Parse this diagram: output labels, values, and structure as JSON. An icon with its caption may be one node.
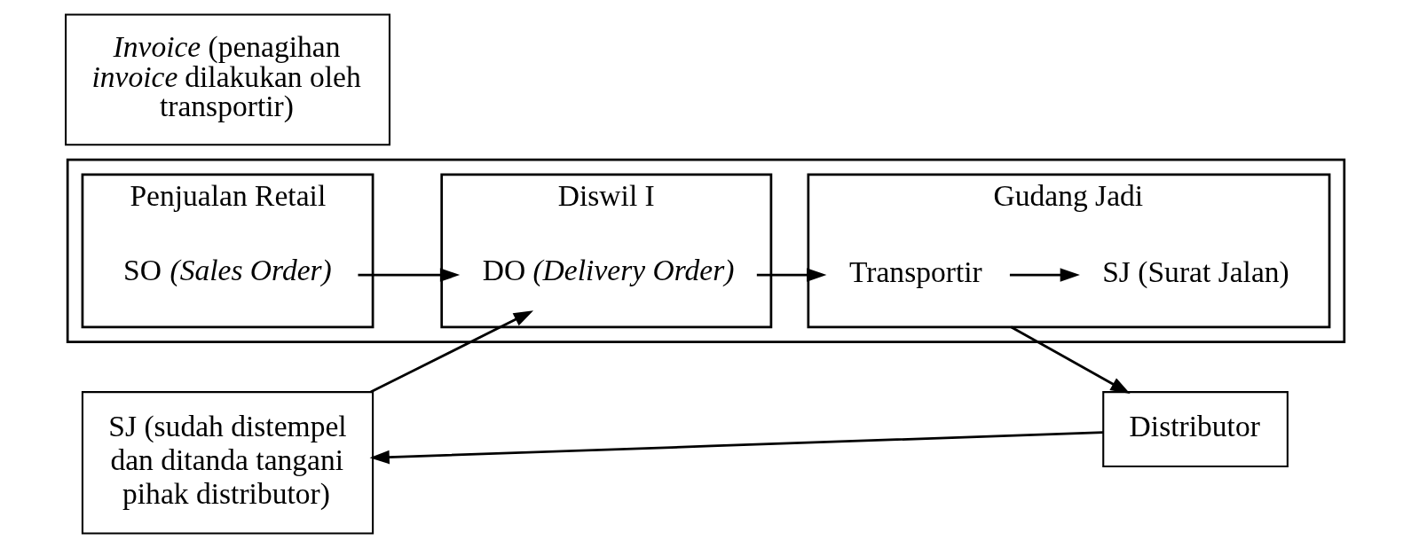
{
  "diagram": {
    "nodes": [
      {
        "text": [],
        "shape": "box"
      },
      {
        "text": [
          "Penjualan Retail"
        ],
        "in": 0
      },
      {
        "text": [
          "Diswil I"
        ],
        "in": 0
      },
      {
        "text": [
          "Gudang Jadi"
        ],
        "in": 0
      },
      {
        "text": [
          "SO *(Sales Order)*"
        ],
        "in": 1
      },
      {
        "text": [
          "DO *(Delivery Order)*"
        ],
        "in": 2
      },
      {
        "text": [
          "Transportir"
        ],
        "in": 3
      },
      {
        "text": [
          "SJ (Surat Jalan)"
        ],
        "in": 3
      },
      {
        "text": [
          "*Invoice* (penagihan *invoice* dilakukan oleh transportir)"
        ]
      },
      {
        "text": [
          "SJ (sudah distempel dan ditanda tangani pihak distributor)"
        ]
      },
      {
        "text": [
          "Distributor"
        ]
      }
    ],
    "edges": [
      {
        "from": 4,
        "to": 5,
        "arrow": "to"
      },
      {
        "from": 5,
        "to": 6,
        "arrow": "to"
      },
      {
        "from": 6,
        "to": 7,
        "arrow": "to"
      },
      {
        "from": 3,
        "to": 10,
        "arrow": "to"
      },
      {
        "from": 10,
        "to": 9,
        "arrow": "to"
      },
      {
        "from": 9,
        "to": 5,
        "arrow": "to"
      }
    ]
  }
}
